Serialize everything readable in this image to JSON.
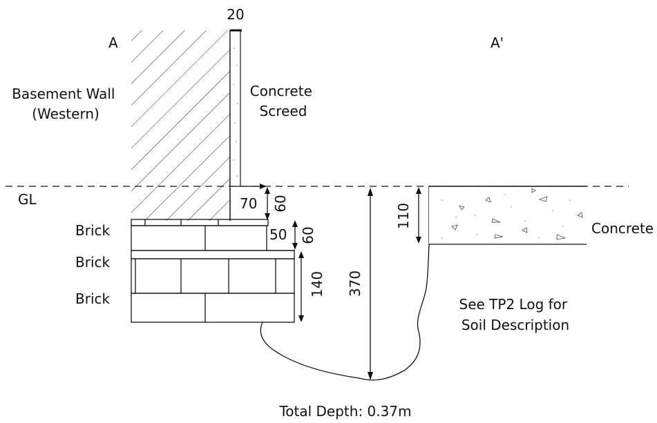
{
  "labels": {
    "section_start": "A",
    "section_end": "A'",
    "wall": [
      "Basement Wall",
      "(Western)"
    ],
    "screed": [
      "Concrete",
      "Screed"
    ],
    "ground_level": "GL",
    "brick_1": "Brick",
    "brick_2": "Brick",
    "brick_3": "Brick",
    "concrete": "Concrete",
    "soil_note": [
      "See TP2 Log for",
      "Soil Description"
    ],
    "total_depth": "Total Depth: 0.37m"
  },
  "dimensions": {
    "screed_thickness": "20",
    "ledge_width": "70",
    "ledge_height": "60",
    "step_width": "50",
    "step_height": "60",
    "brick_courses_height": "140",
    "excavation_depth": "370",
    "concrete_thickness": "110"
  }
}
